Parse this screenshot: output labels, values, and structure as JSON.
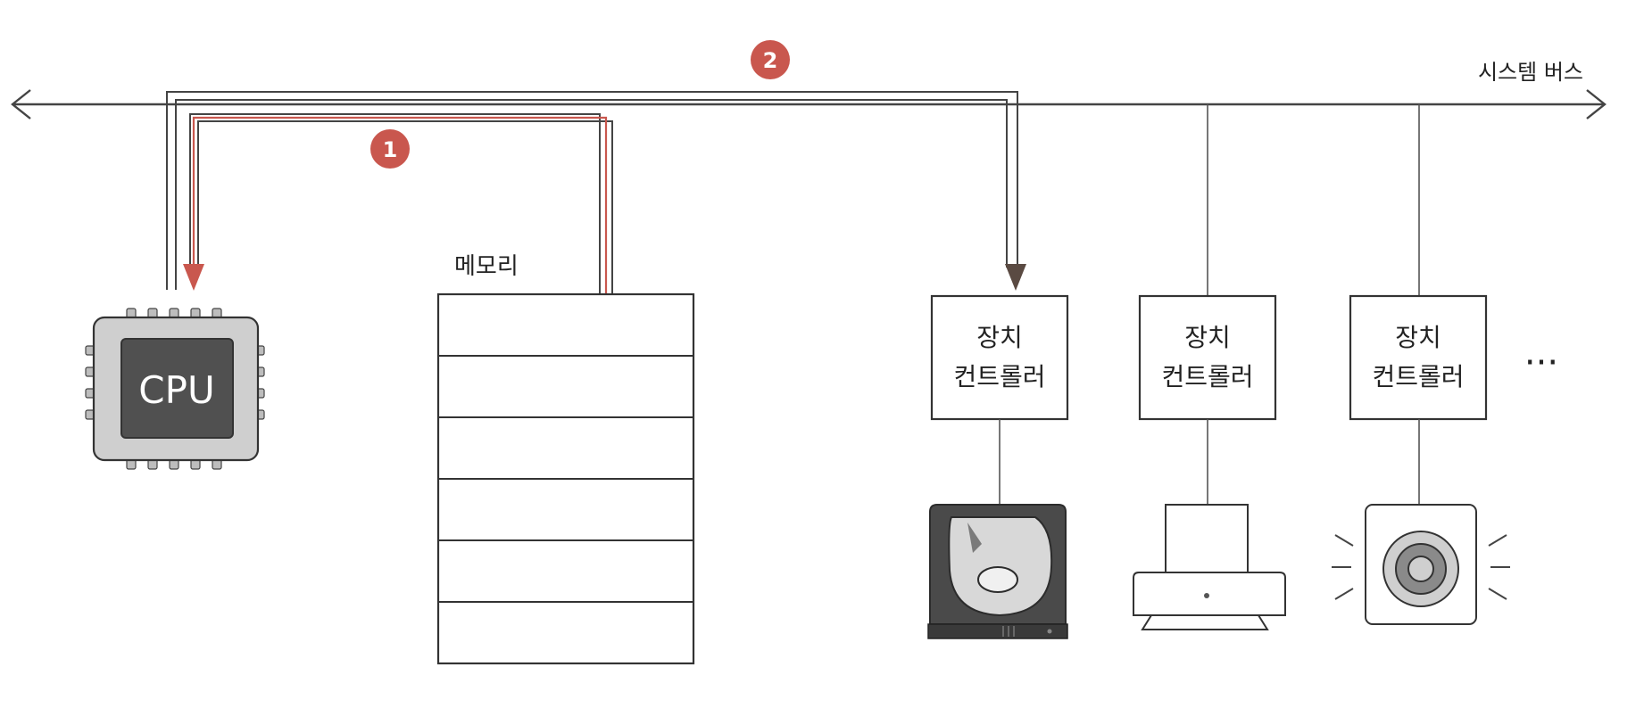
{
  "bus": {
    "label": "시스템 버스"
  },
  "cpu": {
    "label": "CPU"
  },
  "memory": {
    "label": "메모리"
  },
  "controllers": [
    {
      "line1": "장치",
      "line2": "컨트롤러",
      "device": "hard-disk-icon"
    },
    {
      "line1": "장치",
      "line2": "컨트롤러",
      "device": "printer-icon"
    },
    {
      "line1": "장치",
      "line2": "컨트롤러",
      "device": "speaker-icon"
    }
  ],
  "steps": [
    {
      "label": "1",
      "color": "#c9574e"
    },
    {
      "label": "2",
      "color": "#c9574e"
    }
  ],
  "more": {
    "label": "···"
  },
  "colors": {
    "accent": "#c9574e",
    "path2": "#5a4a42",
    "chip": "#cfcfcf",
    "chip_die": "#505050",
    "disk": "#4a4a4a"
  }
}
